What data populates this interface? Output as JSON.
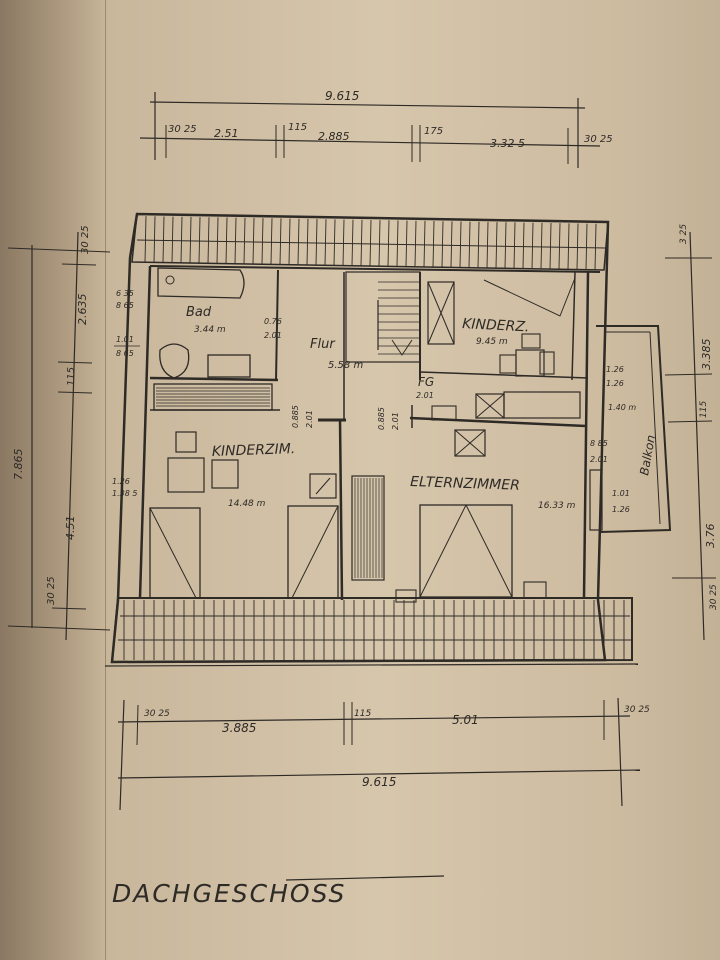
{
  "plan": {
    "title": "DACHGESCHOSS",
    "rooms": {
      "bad": {
        "name": "Bad",
        "area": "3.44 m"
      },
      "flur": {
        "name": "Flur",
        "area": "5.58 m"
      },
      "kinderzimmer_small": {
        "name": "KINDERZ.",
        "area": "9.45 m"
      },
      "kinderzimmer_large": {
        "name": "KINDERZIM.",
        "area": "14.48 m"
      },
      "elternzimmer": {
        "name": "ELTERNZIMMER",
        "area": "16.33 m"
      },
      "balkon": {
        "name": "Balkon",
        "area": "1.40 m"
      }
    },
    "labels": {
      "fg": "FG"
    },
    "dimensions": {
      "top_total": "9.615",
      "top_segments": [
        "30 25",
        "2.51",
        "115",
        "2.885",
        "175",
        "3.32 5",
        "30 25"
      ],
      "bottom_segments": [
        "30 25",
        "3.885",
        "115",
        "5.01",
        "30 25"
      ],
      "bottom_total": "9.615",
      "left_segments": [
        "30 25",
        "2.635",
        "115",
        "4.51",
        "30 25"
      ],
      "left_total": "7.865",
      "right_segments": [
        "3 25",
        "3.385",
        "115",
        "3.76",
        "30 25"
      ]
    },
    "openings": {
      "bad_window": [
        "6 35",
        "8 65"
      ],
      "bad_door": [
        "1.01",
        "8 65"
      ],
      "flur_bad_door": [
        "0.76",
        "2.01"
      ],
      "kinder_door_left": [
        "1.26",
        "1.38 5"
      ],
      "kinder_door_mid": [
        "0.885",
        "2.01"
      ],
      "eltern_door": [
        "0.885",
        "2.01"
      ],
      "fg_door": [
        "2.01"
      ],
      "kinderz_window": [
        "1.26",
        "1.26"
      ],
      "balkon_door": [
        "8 85",
        "2.01"
      ],
      "eltern_window": [
        "1.01",
        "1.26"
      ]
    }
  }
}
